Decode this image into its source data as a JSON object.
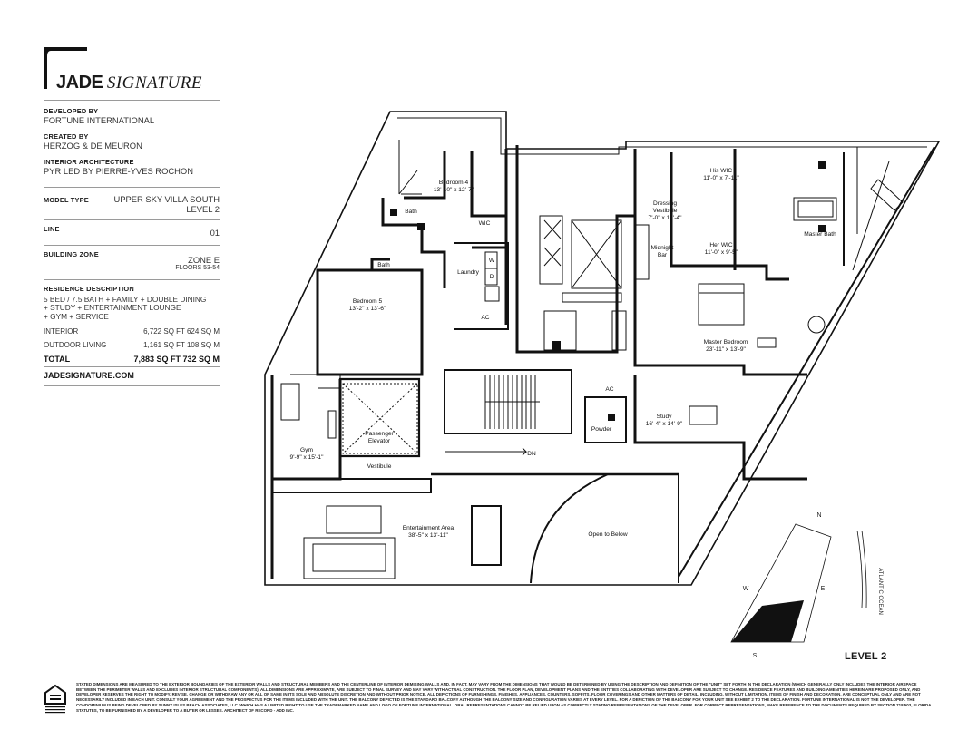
{
  "brand": {
    "word1": "JADE",
    "word2": "SIGNATURE"
  },
  "credits": [
    {
      "label": "DEVELOPED BY",
      "value": "FORTUNE INTERNATIONAL"
    },
    {
      "label": "CREATED BY",
      "value": "HERZOG & DE MEURON"
    },
    {
      "label": "INTERIOR ARCHITECTURE",
      "value": "PYR LED BY PIERRE-YVES ROCHON"
    }
  ],
  "model_type": {
    "label": "MODEL TYPE",
    "line1": "UPPER SKY VILLA SOUTH",
    "line2": "LEVEL 2"
  },
  "line": {
    "label": "LINE",
    "value": "01"
  },
  "building_zone": {
    "label": "BUILDING ZONE",
    "value": "ZONE E",
    "floors": "FLOORS 53-54"
  },
  "residence": {
    "label": "RESIDENCE DESCRIPTION",
    "lines": [
      "5 BED / 7.5 BATH + FAMILY + DOUBLE DINING",
      "+ STUDY + ENTERTAINMENT LOUNGE",
      "+ GYM + SERVICE"
    ]
  },
  "areas": [
    {
      "label": "INTERIOR",
      "value": "6,722 SQ FT 624 SQ M"
    },
    {
      "label": "OUTDOOR LIVING",
      "value": "1,161 SQ FT 108 SQ M"
    }
  ],
  "total": {
    "label": "TOTAL",
    "value": "7,883 SQ FT 732 SQ M"
  },
  "website": "JADESIGNATURE.COM",
  "rooms": {
    "bedroom4": {
      "name": "Bedroom 4",
      "dims": "13'-10\" x 12'-7\""
    },
    "bedroom5": {
      "name": "Bedroom 5",
      "dims": "13'-2\" x 13'-6\""
    },
    "bath_a": "Bath",
    "bath_b": "Bath",
    "wic": "WIC",
    "laundry": "Laundry",
    "w": "W",
    "d": "D",
    "ac1": "AC",
    "ac2": "AC",
    "his_wic": {
      "name": "His WIC",
      "dims": "11'-0\" x 7'-11\""
    },
    "her_wic": {
      "name": "Her WIC",
      "dims": "11'-0\" x 9'-5\""
    },
    "dressing": {
      "name1": "Dressing",
      "name2": "Vestibule",
      "dims": "7'-0\" x 12'-4\""
    },
    "midnight": {
      "name1": "Midnight",
      "name2": "Bar"
    },
    "master_bath": "Master Bath",
    "master_bedroom": {
      "name": "Master Bedroom",
      "dims": "23'-11\" x 13'-9\""
    },
    "study": {
      "name": "Study",
      "dims": "16'-4\" x 14'-9\""
    },
    "powder": "Powder",
    "gym": {
      "name": "Gym",
      "dims": "9'-9\" x 15'-1\""
    },
    "passenger": {
      "name1": "Passenger",
      "name2": "Elevator"
    },
    "vestibule": "Vestibule",
    "entertainment": {
      "name": "Entertainment Area",
      "dims": "38'-5\" x 13'-11\""
    },
    "open_below": "Open to Below",
    "dn": "DN"
  },
  "compass": {
    "n": "N",
    "s": "S",
    "e": "E",
    "w": "W",
    "ocean": "ATLANTIC OCEAN"
  },
  "level": "LEVEL 2",
  "disclaimer": "STATED DIMENSIONS ARE MEASURED TO THE EXTERIOR BOUNDARIES OF THE EXTERIOR WALLS AND STRUCTURAL MEMBERS AND THE CENTERLINE OF INTERIOR DEMISING WALLS AND, IN FACT, MAY VARY FROM THE DIMENSIONS THAT WOULD BE DETERMINED BY USING THE DESCRIPTION AND DEFINITION OF THE \"UNIT\" SET FORTH IN THE DECLARATION (WHICH GENERALLY ONLY INCLUDES THE INTERIOR AIRSPACE BETWEEN THE PERIMETER WALLS AND EXCLUDES INTERIOR STRUCTURAL COMPONENTS). ALL DIMENSIONS ARE APPROXIMATE, ARE SUBJECT TO FINAL SURVEY AND MAY VARY WITH ACTUAL CONSTRUCTION. THE FLOOR PLAN, DEVELOPMENT PLANS AND THE ENTITIES COLLABORATING WITH DEVELOPER ARE SUBJECT TO CHANGE. RESIDENCE FEATURES AND BUILDING AMENITIES HEREIN ARE PROPOSED ONLY, AND DEVELOPER RESERVES THE RIGHT TO MODIFY, REVISE, CHANGE OR WITHDRAW ANY OR ALL OF SAME IN ITS SOLE AND ABSOLUTE DISCRETION AND WITHOUT PRIOR NOTICE. ALL DEPICTIONS OF FURNISHINGS, FINISHES, APPLIANCES, COUNTERS, SOFFITS, FLOOR COVERINGS AND OTHER MATTERS OF DETAIL, INCLUDING, WITHOUT LIMITATION, ITEMS OF FINISH AND DECORATION, ARE CONCEPTUAL ONLY AND ARE NOT NECESSARILY INCLUDED IN EACH UNIT. CONSULT YOUR AGREEMENT AND THE PROSPECTUS FOR THE ITEMS INCLUDED WITH THE UNIT. THE BALCONY DEPICTED IS THE STANDARD BALCONY ALTHOUGH THE BALCONY SIZE AND CONFIGURATION VARIES AT EVERY LEVEL. FOR A DEPICTION OF THE BALCONY FOR YOUR UNIT SEE EXHIBIT 2 TO THE DECLARATION. FORTUNE INTERNATIONAL IS NOT THE DEVELOPER. THE CONDOMINIUM IS BEING DEVELOPED BY SUNNY ISLES BEACH ASSOCIATES, LLC. WHICH HAS A LIMITED RIGHT TO USE THE TRADEMARKED NAME AND LOGO OF FORTUNE INTERNATIONAL. ORAL REPRESENTATIONS CANNOT BE RELIED UPON AS CORRECTLY STATING REPRESENTATIONS OF THE DEVELOPER. FOR CORRECT REPRESENTATIONS, MAKE REFERENCE TO THE DOCUMENTS REQUIRED BY SECTION 718.503, FLORIDA STATUTES, TO BE FURNISHED BY A DEVELOPER TO A BUYER OR LESSEE. ARCHITECT OF RECORD - ADD INC."
}
